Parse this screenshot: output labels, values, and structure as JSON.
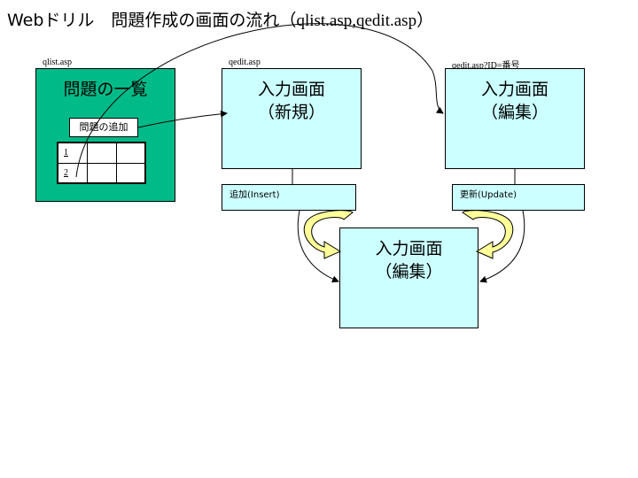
{
  "title": {
    "main": "Webドリル　問題作成の画面の流れ",
    "files": "（qlist.asp,qedit.asp）"
  },
  "captions": {
    "qlist": "qlist.asp",
    "qedit_new": "qedit.asp",
    "qedit_id": "qedit.asp?ID=番号"
  },
  "list_screen": {
    "heading": "問題の一覧",
    "add_button": "問題の追加",
    "rows": [
      "1",
      "2"
    ]
  },
  "screen_new": {
    "line1": "入力画面",
    "line2": "（新規）"
  },
  "screen_edit_top": {
    "line1": "入力画面",
    "line2": "（編集）"
  },
  "screen_edit_bottom": {
    "line1": "入力画面",
    "line2": "（編集）"
  },
  "actions": {
    "insert": "追加(Insert)",
    "update": "更新(Update)"
  },
  "colors": {
    "list_bg": "#00bb88",
    "screen_bg": "#ccffff",
    "loop_arrow": "#ffff99"
  }
}
